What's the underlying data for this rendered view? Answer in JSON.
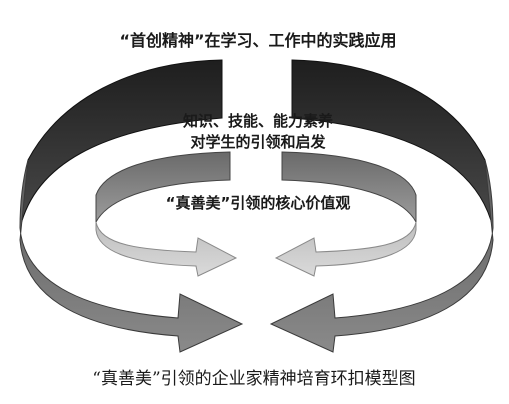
{
  "diagram": {
    "outer_ring_label": "“首创精神”在学习、工作中的实践应用",
    "middle_ring_label_line1": "知识、技能、能力素养",
    "middle_ring_label_line2": "对学生的引领和启发",
    "inner_ring_label": "“真善美”引领的核心价值观",
    "caption": "“真善美”引领的企业家精神培育环扣模型图"
  },
  "colors": {
    "outer_ring": "#3a3a3a",
    "outer_ring_dark": "#222222",
    "outer_arrow": "#6f6f6f",
    "middle_ring": "#858585",
    "inner_arrow": "#c8c8c8",
    "inner_arrow_edge": "#9a9a9a"
  }
}
